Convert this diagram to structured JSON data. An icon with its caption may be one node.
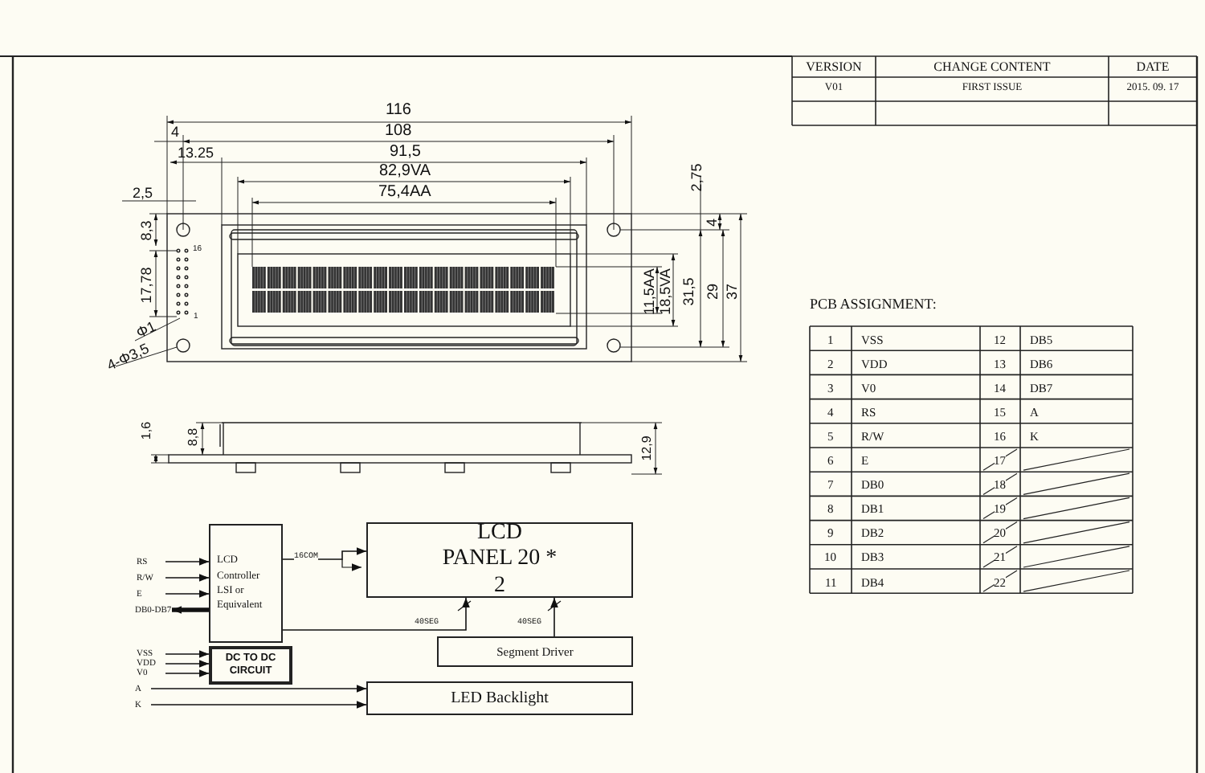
{
  "diagram": {
    "nodes": [
      {
        "text": [
          "LCD Controller LSI or Equivalent"
        ]
      },
      {
        "text": [
          "LCD PANEL 20 * 2"
        ]
      },
      {
        "text": [
          "RS"
        ]
      },
      {
        "text": [
          "R/W"
        ]
      },
      {
        "text": [
          "E"
        ]
      },
      {
        "text": [
          "DB0-DB7"
        ]
      },
      {
        "text": [
          "Segment Driver"
        ]
      },
      {
        "text": [
          "VSS"
        ]
      },
      {
        "text": [
          "VDD"
        ]
      },
      {
        "text": [
          "V0"
        ]
      },
      {
        "text": [
          "DC TO DC CIRCUIT"
        ]
      },
      {
        "text": [
          "A"
        ]
      },
      {
        "text": [
          "K"
        ]
      },
      {
        "text": [
          "LED Backlight"
        ]
      }
    ],
    "edges": [
      {
        "from": 2,
        "to": 0,
        "arrow": "to"
      },
      {
        "from": 3,
        "to": 0,
        "arrow": "to"
      },
      {
        "from": 4,
        "to": 0,
        "arrow": "to"
      },
      {
        "from": 0,
        "to": 5,
        "arrow": "to",
        "style": "thick"
      },
      {
        "from": 0,
        "to": 1,
        "arrow": "to",
        "label": "16COM"
      },
      {
        "from": 0,
        "to": 1,
        "arrow": "to",
        "label": "40SEG"
      },
      {
        "from": 6,
        "to": 1,
        "arrow": "to",
        "label": "40SEG"
      },
      {
        "from": 7,
        "to": 10,
        "arrow": "to"
      },
      {
        "from": 8,
        "to": 10,
        "arrow": "to"
      },
      {
        "from": 9,
        "to": 10,
        "arrow": "to"
      },
      {
        "from": 11,
        "to": 13,
        "arrow": "to"
      },
      {
        "from": 12,
        "to": 13,
        "arrow": "to"
      }
    ],
    "labels": [
      "VERSION",
      "CHANGE CONTENT",
      "DATE",
      "V01",
      "FIRST ISSUE",
      "2015. 09. 17",
      "116",
      "4",
      "108",
      "13.25",
      "91,5",
      "82,9VA",
      "2,75",
      "2,5",
      "75,4AA",
      "4",
      "8,3",
      "16",
      "17,78",
      "11,5AA",
      "18,5VA",
      "31,5",
      "29",
      "37",
      "1",
      "Φ1",
      "4-Φ3,5",
      "1,6",
      "8,8",
      "12,9",
      "PCB ASSIGNMENT:",
      "1",
      "VSS",
      "12",
      "DB5",
      "2",
      "VDD",
      "13",
      "DB6",
      "3",
      "V0",
      "14",
      "DB7",
      "4",
      "RS",
      "15",
      "A",
      "5",
      "R/W",
      "16",
      "K",
      "6",
      "E",
      "17",
      "7",
      "DB0",
      "18",
      "8",
      "DB1",
      "19",
      "9",
      "DB2",
      "20",
      "10",
      "DB3",
      "21",
      "11",
      "DB4",
      "22"
    ]
  }
}
